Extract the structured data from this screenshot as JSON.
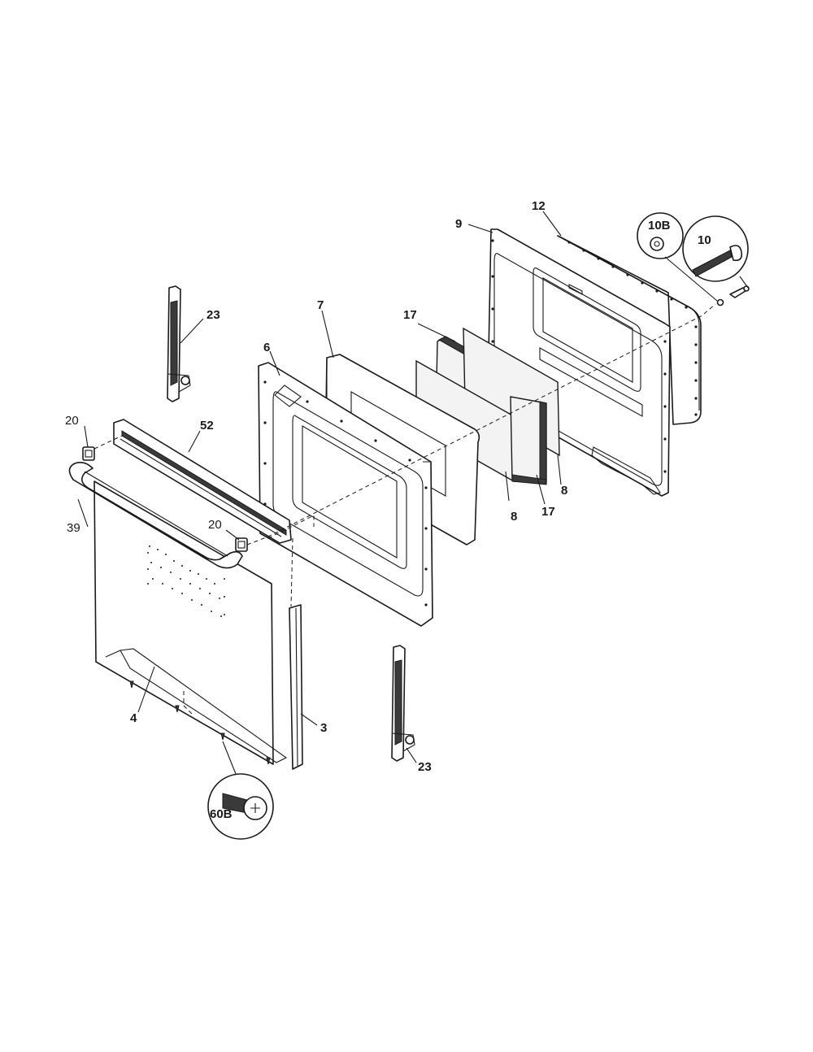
{
  "labels": {
    "l23_top": "23",
    "l23_bottom": "23",
    "l7": "7",
    "l6": "6",
    "l17_top": "17",
    "l17_bottom": "17",
    "l9": "9",
    "l12": "12",
    "l10b": "10B",
    "l10": "10",
    "l20_left": "20",
    "l20_right": "20",
    "l52": "52",
    "l39": "39",
    "l8_left": "8",
    "l8_right": "8",
    "l4": "4",
    "l3": "3",
    "l60b": "60B"
  }
}
